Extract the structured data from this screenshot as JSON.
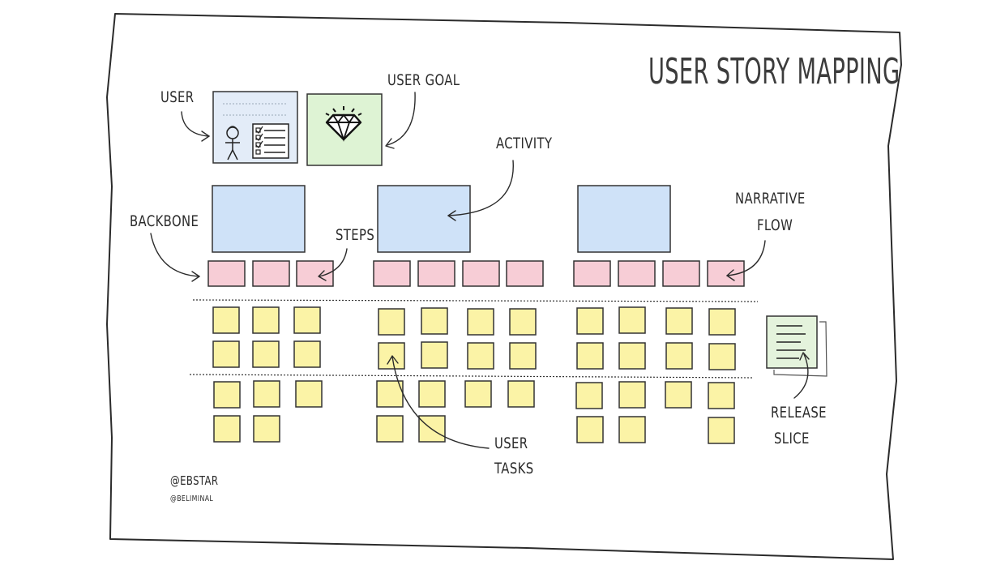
{
  "title": "User story mapping",
  "labels": {
    "user": "User",
    "user_goal": "User Goal",
    "activity": "Activity",
    "backbone": "Backbone",
    "steps": "Steps",
    "narrative_flow_1": "narrative",
    "narrative_flow_2": "flow",
    "user_tasks_1": "User",
    "user_tasks_2": "tasks",
    "release_slice_1": "release",
    "release_slice_2": "slice"
  },
  "credits": {
    "author": "@ebstar",
    "site": "@beliminal"
  },
  "icons": {
    "persona": "persona-card-icon",
    "goal": "diamond-icon",
    "release": "document-icon"
  },
  "colors": {
    "activity": "#cfe2f8",
    "step": "#f7cdd6",
    "task": "#fbf3a6",
    "goal": "#def3d4",
    "persona": "#e3ecf8",
    "ink": "#2b2b2b"
  },
  "structure": {
    "activities": 3,
    "steps_per_activity": [
      3,
      4,
      4
    ],
    "release_1_task_rows": 2,
    "release_2_tasks_per_step": [
      [
        2,
        2,
        1
      ],
      [
        2,
        2,
        1,
        1
      ],
      [
        2,
        2,
        1,
        2
      ]
    ]
  }
}
